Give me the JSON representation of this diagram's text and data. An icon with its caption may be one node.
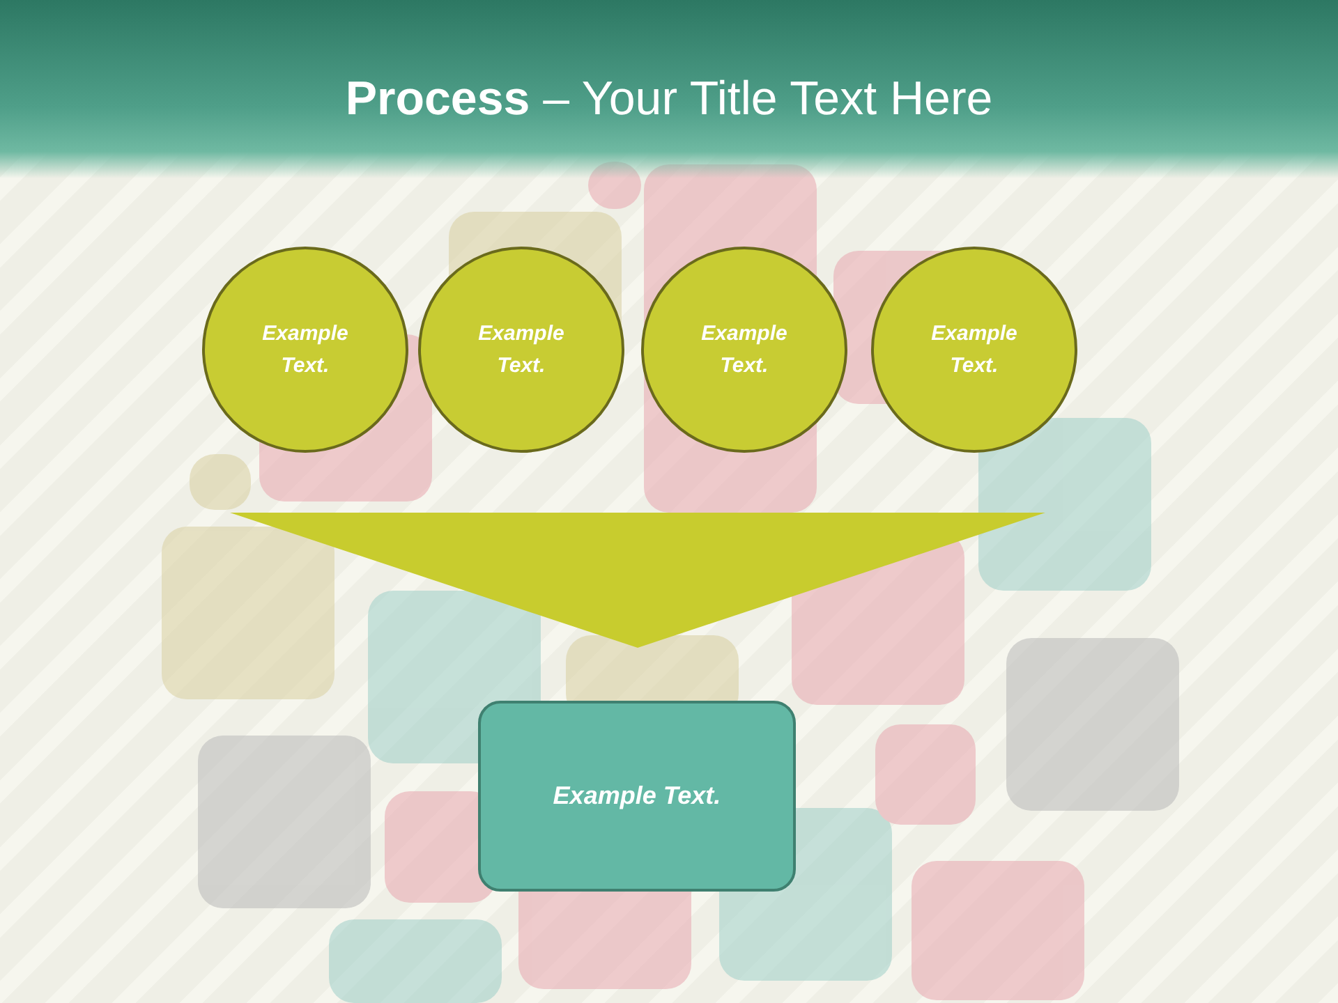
{
  "diagram": {
    "title": "**Process** – Your Title Text Here",
    "nodes": [
      {
        "text": [
          "Example Text."
        ]
      },
      {
        "text": [
          "Example Text."
        ]
      },
      {
        "text": [
          "Example Text."
        ]
      },
      {
        "text": [
          "Example Text."
        ]
      },
      {
        "text": [],
        "shape": "triangle"
      },
      {
        "text": [
          "Example Text."
        ]
      }
    ]
  }
}
